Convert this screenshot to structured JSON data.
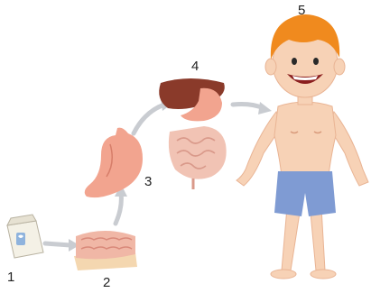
{
  "steps": [
    {
      "number": "1",
      "icon": "milk-carton-icon"
    },
    {
      "number": "2",
      "icon": "cake-slice-icon"
    },
    {
      "number": "3",
      "icon": "stomach-icon"
    },
    {
      "number": "4",
      "icon": "digestive-organs-icon"
    },
    {
      "number": "5",
      "icon": "boy-icon"
    }
  ],
  "colors": {
    "arrow": "#c9ccd1",
    "skin": "#f7d2b6",
    "skin_shade": "#e9b494",
    "hair": "#f08a1e",
    "shorts": "#7f9bd3",
    "stomach": "#f2a48f",
    "liver": "#8a3a2a",
    "intestine": "#f1c3b4",
    "cake": "#f0b7a6",
    "cake_base": "#f4d7b0"
  }
}
